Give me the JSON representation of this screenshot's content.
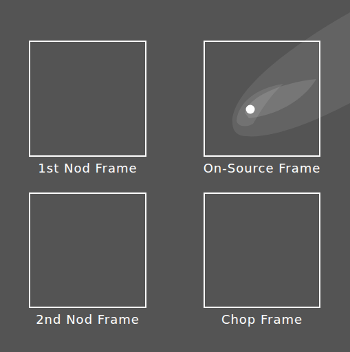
{
  "diagram": {
    "nodes": [
      {
        "text": [
          "1st Nod Frame"
        ]
      },
      {
        "text": [
          "On-Source Frame"
        ]
      },
      {
        "text": [
          "2nd Nod Frame"
        ]
      },
      {
        "text": [
          "Chop Frame"
        ]
      }
    ]
  }
}
